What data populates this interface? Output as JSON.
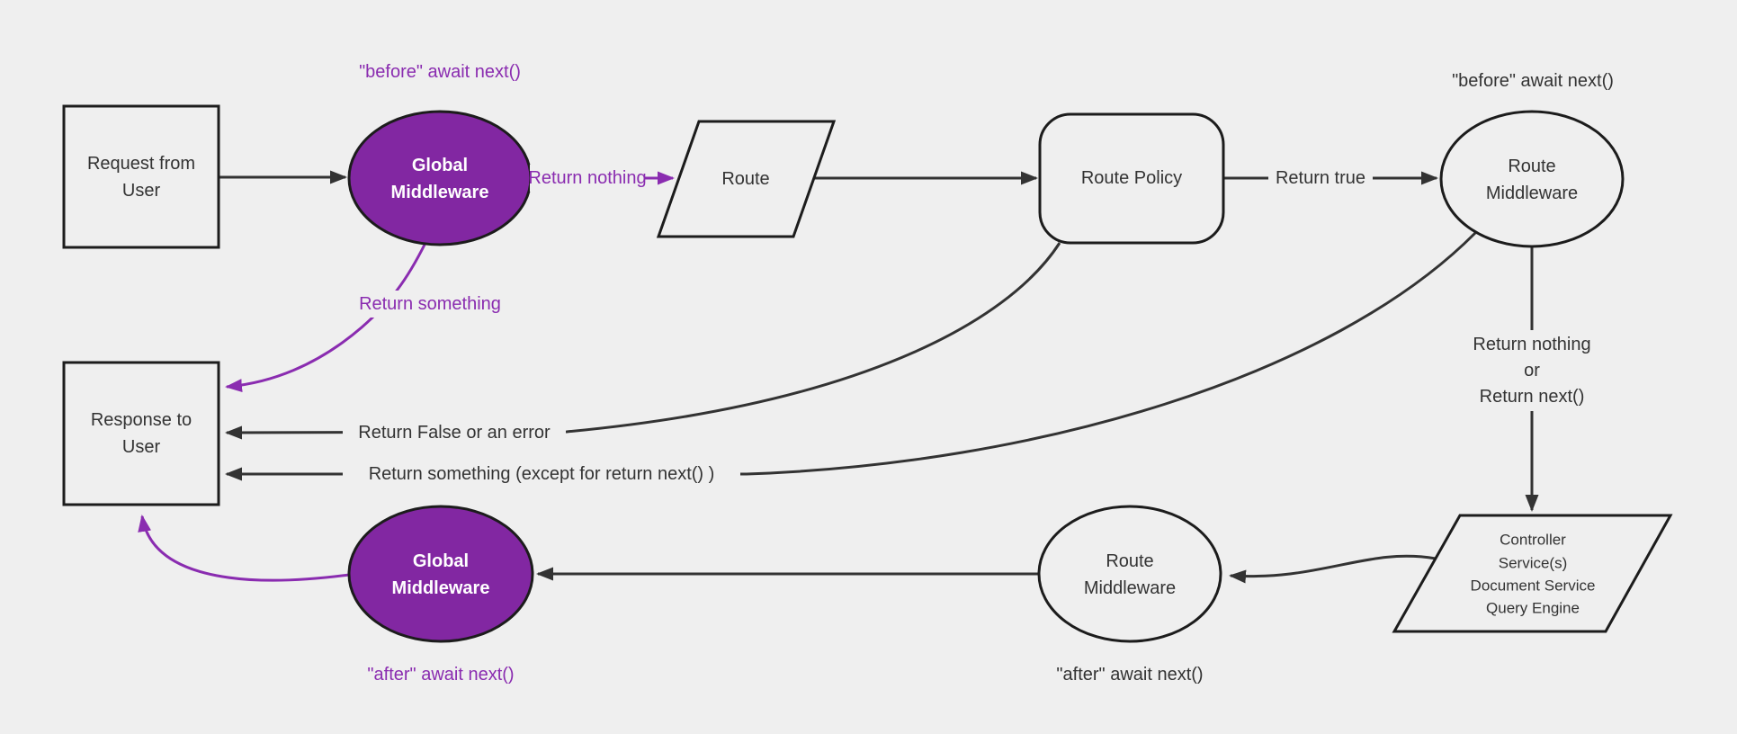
{
  "colors": {
    "background": "#efefef",
    "purple_fill": "#8227a2",
    "purple_accent": "#8a2cb0",
    "line": "#333333",
    "node_stroke": "#1c1c1c",
    "text": "#333333",
    "node_text_light": "#ffffff"
  },
  "nodes": {
    "request": {
      "lines": [
        "Request from",
        "User"
      ]
    },
    "global_middleware_top": {
      "lines": [
        "Global",
        "Middleware"
      ]
    },
    "route": {
      "label": "Route"
    },
    "route_policy": {
      "label": "Route Policy"
    },
    "route_middleware_top": {
      "lines": [
        "Route",
        "Middleware"
      ]
    },
    "controller": {
      "lines": [
        "Controller",
        "Service(s)",
        "Document Service",
        "Query Engine"
      ]
    },
    "route_middleware_bottom": {
      "lines": [
        "Route",
        "Middleware"
      ]
    },
    "global_middleware_bottom": {
      "lines": [
        "Global",
        "Middleware"
      ]
    },
    "response": {
      "lines": [
        "Response to",
        "User"
      ]
    }
  },
  "edge_labels": {
    "before_await_next_global": "\"before\" await next()",
    "return_nothing": "Return nothing",
    "return_true": "Return true",
    "before_await_next_route": "\"before\" await next()",
    "return_nothing_or_next": {
      "lines": [
        "Return nothing",
        "or",
        "Return next()"
      ]
    },
    "after_await_next_route": "\"after\" await next()",
    "after_await_next_global": "\"after\" await next()",
    "return_something": "Return something",
    "return_false_or_error": "Return False or an error",
    "return_something_except": "Return something (except for return next() )"
  }
}
